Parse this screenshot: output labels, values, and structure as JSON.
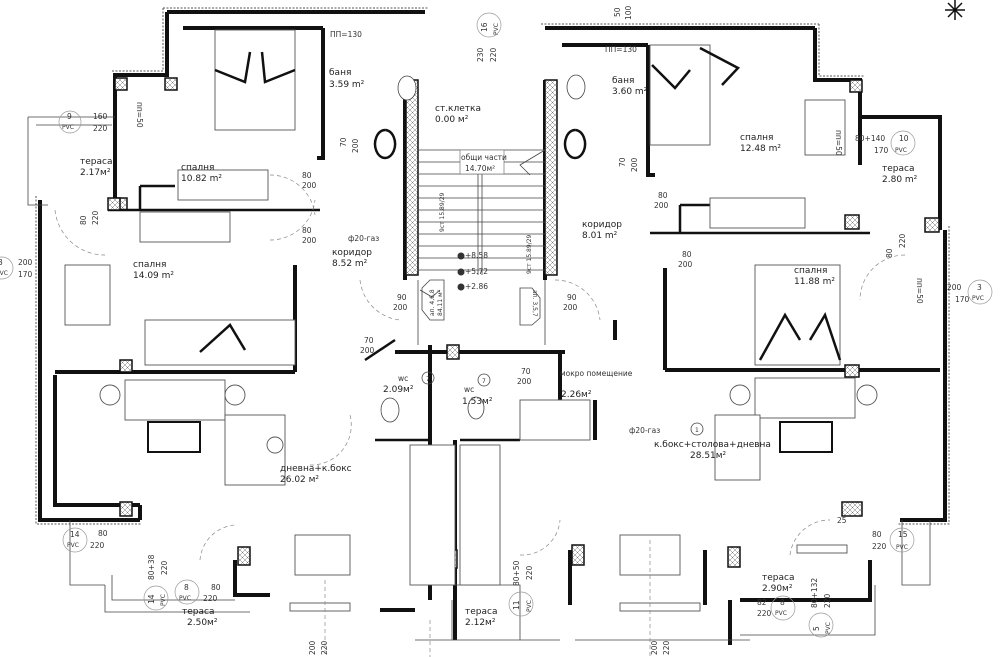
{
  "plan": {
    "rooms": [
      {
        "name": "тераса",
        "area": "2.17м²"
      },
      {
        "name": "спалня",
        "area": "10.82 m²"
      },
      {
        "name": "баня",
        "area": "3.59 m²"
      },
      {
        "name": "спалня",
        "area": "14.09 m²"
      },
      {
        "name": "коридор",
        "area": "8.52 m²"
      },
      {
        "name": "ст.клетка",
        "area": "0.00 м²"
      },
      {
        "name": "общи части",
        "area": "14.70м²"
      },
      {
        "name": "баня",
        "area": "3.60 m²"
      },
      {
        "name": "спалня",
        "area": "12.48 m²"
      },
      {
        "name": "тераса",
        "area": "2.80 m²"
      },
      {
        "name": "коридор",
        "area": "8.01 m²"
      },
      {
        "name": "спалня",
        "area": "11.88 m²"
      },
      {
        "name": "wc",
        "area": "2.09м²"
      },
      {
        "name": "wc",
        "area": "1.53м²"
      },
      {
        "name": "мокро помещение",
        "area": "2.26м²"
      },
      {
        "name": "дневна+к.бокс",
        "area": "26.02 м²"
      },
      {
        "name": "к.бокс+столова+дневна",
        "area": "28.51м²"
      },
      {
        "name": "тераса",
        "area": "2.50м²"
      },
      {
        "name": "тераса",
        "area": "2.12м²"
      },
      {
        "name": "тераса",
        "area": "2.90м²"
      }
    ],
    "notes": {
      "pp130_left": "ПП=130",
      "pp130_right": "ПП=130",
      "pp50_left": "пп=50",
      "pp50_right": "пп=50",
      "gas_left": "ф20-газ",
      "gas_right": "ф20-газ",
      "stair_left": "9ст 15.89/29",
      "stair_right": "9ст 15.89/29",
      "elev_1": "+8.58",
      "elev_2": "+5.72",
      "elev_3": "+2.86",
      "apt_left": "ап. 4,6,8",
      "apt_left_area": "84.11 м²",
      "apt_right": "ап. 3,5,7",
      "marker_1": "1",
      "marker_7a": "7",
      "marker_7b": "7",
      "pvc": "PVC"
    },
    "windows": [
      {
        "no": "9",
        "w": "160",
        "h": "220"
      },
      {
        "no": "3",
        "w": "200",
        "h": "170"
      },
      {
        "no": "14",
        "w": "80",
        "h": "220"
      },
      {
        "no": "14",
        "w": "80+38",
        "h": "220"
      },
      {
        "no": "8",
        "w": "80",
        "h": "220"
      },
      {
        "no": "16",
        "w": "230",
        "h": "220"
      },
      {
        "no": "10",
        "w": "80+140",
        "h": "170"
      },
      {
        "no": "3",
        "w": "200",
        "h": "170"
      },
      {
        "no": "15",
        "w": "80",
        "h": "220"
      },
      {
        "no": "11",
        "w": "80+50",
        "h": "220"
      },
      {
        "no": "8",
        "w": "82",
        "h": "220"
      },
      {
        "no": "5",
        "w": "80+132",
        "h": "220"
      }
    ],
    "doors": [
      {
        "w": "80",
        "h": "200"
      },
      {
        "w": "80",
        "h": "200"
      },
      {
        "w": "80",
        "h": "220"
      },
      {
        "w": "70",
        "h": "200"
      },
      {
        "w": "90",
        "h": "200"
      },
      {
        "w": "90",
        "h": "200"
      },
      {
        "w": "70",
        "h": "200"
      },
      {
        "w": "80",
        "h": "200"
      },
      {
        "w": "80",
        "h": "200"
      },
      {
        "w": "80",
        "h": "220"
      },
      {
        "w": "70",
        "h": "200"
      },
      {
        "w": "70",
        "h": "200"
      }
    ],
    "dims": {
      "top_a": "50",
      "top_b": "100",
      "bottom_left_a": "200",
      "bottom_left_b": "220",
      "bottom_right_a": "200",
      "bottom_right_b": "220",
      "small_25": "25"
    }
  }
}
